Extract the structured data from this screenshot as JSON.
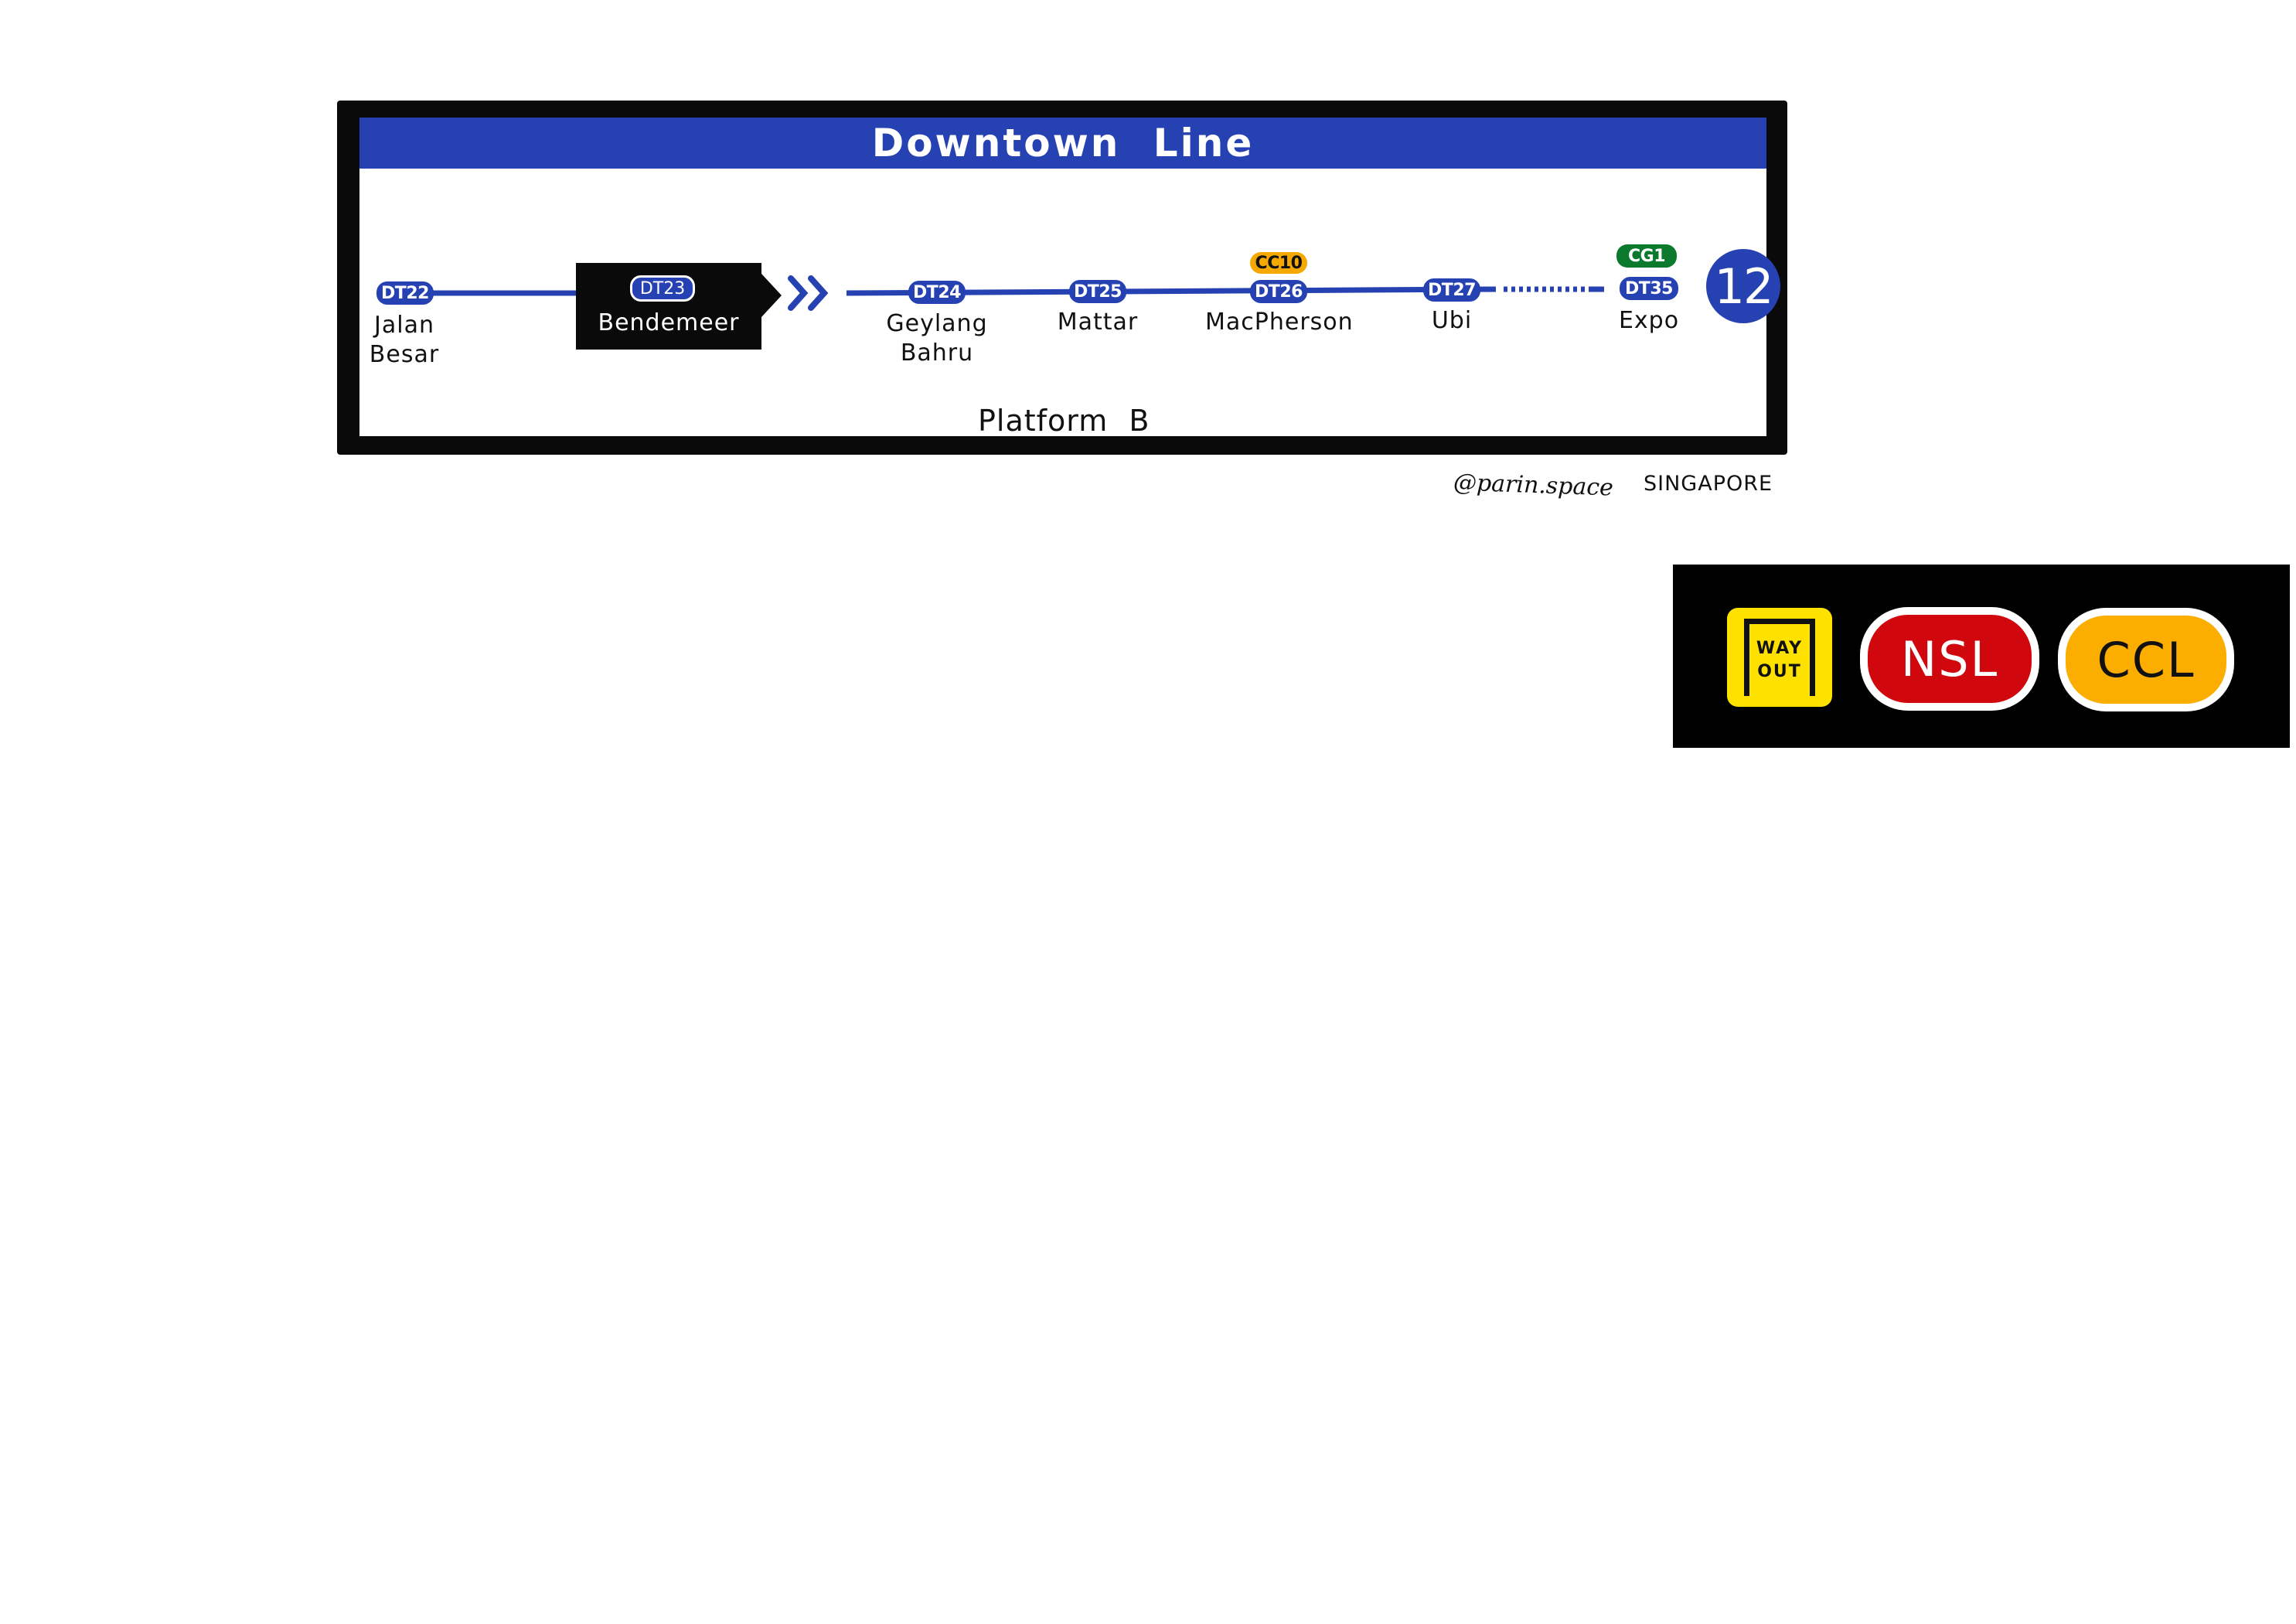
{
  "sign": {
    "line_name": "Downtown Line",
    "line_color": "#2541b2",
    "current_station": {
      "code": "DT23",
      "name": "Bendemeer"
    },
    "stations": [
      {
        "code": "DT22",
        "name": "Jalan\nBesar",
        "interchange": null
      },
      {
        "code": "DT24",
        "name": "Geylang\nBahru",
        "interchange": null
      },
      {
        "code": "DT25",
        "name": "Mattar",
        "interchange": null
      },
      {
        "code": "DT26",
        "name": "MacPherson",
        "interchange": "CC10"
      },
      {
        "code": "DT27",
        "name": "Ubi",
        "interchange": null
      },
      {
        "code": "DT35",
        "name": "Expo",
        "interchange": "CG1"
      }
    ],
    "stops_count": "12",
    "platform": "Platform B"
  },
  "credits": {
    "handle": "@parin.space",
    "country": "SINGAPORE"
  },
  "icons": {
    "way_out": {
      "line1": "WAY",
      "line2": "OUT",
      "icon": "exit-door-icon",
      "color": "#ffe100"
    },
    "nsl": {
      "label": "NSL",
      "color": "#d1070e"
    },
    "ccl": {
      "label": "CCL",
      "color": "#fbad00"
    }
  }
}
